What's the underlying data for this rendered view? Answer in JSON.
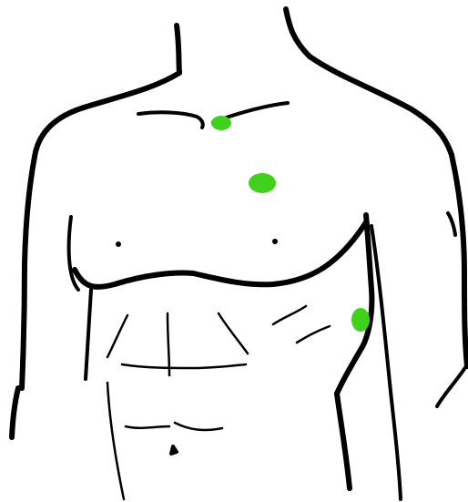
{
  "figure": {
    "subject": "front-torso-outline",
    "line_color": "#000000",
    "background_color": "#ffffff"
  },
  "markers": {
    "color": "#3fd11c",
    "items": [
      {
        "name": "marker-below-right-clavicle"
      },
      {
        "name": "marker-upper-chest"
      },
      {
        "name": "marker-left-lateral-ribcage"
      }
    ]
  }
}
